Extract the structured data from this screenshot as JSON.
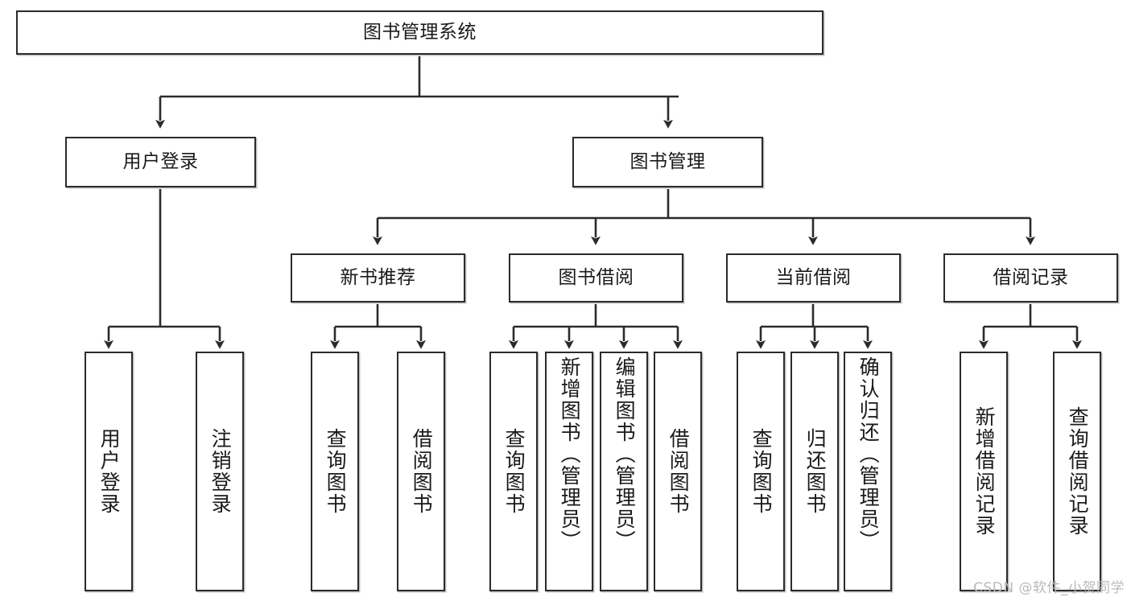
{
  "diagram": {
    "title": "图书管理系统",
    "type": "tree",
    "background": "#ffffff",
    "line_color": "#2b2b2b",
    "text_color": "#1a1a1a",
    "levels": {
      "root": {
        "label": "图书管理系统"
      },
      "level2": [
        {
          "id": "user-login",
          "label": "用户登录"
        },
        {
          "id": "book-management",
          "label": "图书管理"
        }
      ],
      "level3": [
        {
          "id": "new-book-recommend",
          "label": "新书推荐"
        },
        {
          "id": "book-borrow",
          "label": "图书借阅"
        },
        {
          "id": "current-borrow",
          "label": "当前借阅"
        },
        {
          "id": "borrow-record",
          "label": "借阅记录"
        }
      ],
      "leaves": {
        "user_login": [
          {
            "id": "leaf-user-login",
            "label": "用户登录"
          },
          {
            "id": "leaf-logout-login",
            "label": "注销登录"
          }
        ],
        "new_book_recommend": [
          {
            "id": "leaf-query-book-1",
            "label": "查询图书"
          },
          {
            "id": "leaf-borrow-book-1",
            "label": "借阅图书"
          }
        ],
        "book_borrow": [
          {
            "id": "leaf-query-book-2",
            "label": "查询图书"
          },
          {
            "id": "leaf-add-book",
            "label": "新增图书（管理员）"
          },
          {
            "id": "leaf-edit-book",
            "label": "编辑图书（管理员）"
          },
          {
            "id": "leaf-borrow-book-2",
            "label": "借阅图书"
          }
        ],
        "current_borrow": [
          {
            "id": "leaf-query-book-3",
            "label": "查询图书"
          },
          {
            "id": "leaf-return-book",
            "label": "归还图书"
          },
          {
            "id": "leaf-confirm-return",
            "label": "确认归还（管理员）"
          }
        ],
        "borrow_record": [
          {
            "id": "leaf-add-borrow-record",
            "label": "新增借阅记录"
          },
          {
            "id": "leaf-query-borrow-record",
            "label": "查询借阅记录"
          }
        ]
      }
    }
  },
  "watermark": {
    "text": "CSDN @软件_小贺同学",
    "color": "#b9b9b9"
  }
}
